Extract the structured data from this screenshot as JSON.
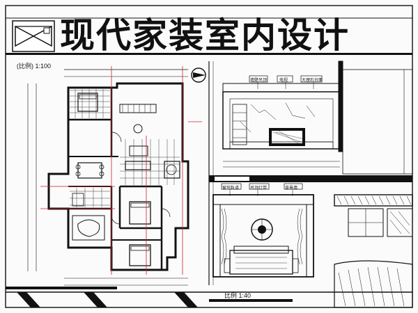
{
  "title": "现代家装室内设计",
  "plan": {
    "scale_label": "(比例) 1:100"
  },
  "elevations": {
    "top_labels": [
      "墙壁吊顶",
      "电视",
      "大理石台面"
    ],
    "bottom_labels": [
      "窗帘轨道",
      "吊顶灯带",
      "背景墙"
    ],
    "scale_label": "比例 1:40"
  },
  "colors": {
    "ink": "#111111",
    "accent_red": "#d01f2b",
    "paper": "#fbfbfb"
  }
}
